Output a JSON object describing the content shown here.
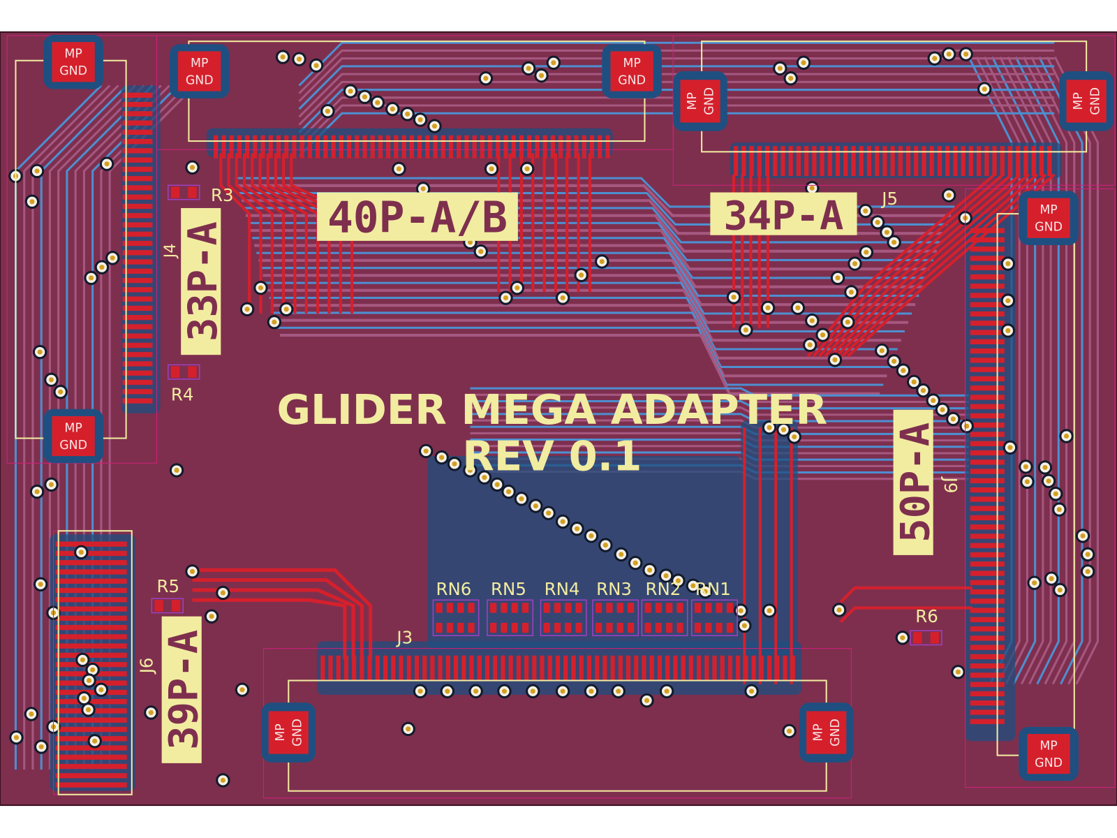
{
  "board": {
    "title": "GLIDER MEGA ADAPTER",
    "revision": "REV 0.1"
  },
  "connector_labels": {
    "j_top_left": "40P-A/B",
    "j5": "34P-A",
    "j4": "33P-A",
    "j9": "50P-A",
    "j6": "39P-A"
  },
  "references": {
    "J3": "J3",
    "J4": "J4",
    "J5": "J5",
    "J6": "J6",
    "J9": "J9",
    "R3": "R3",
    "R4": "R4",
    "R5": "R5",
    "R6": "R6",
    "RN1": "RN1",
    "RN2": "RN2",
    "RN3": "RN3",
    "RN4": "RN4",
    "RN5": "RN5",
    "RN6": "RN6"
  },
  "mount_pad": {
    "line1": "MP",
    "line2": "GND"
  },
  "colors": {
    "board": "#7e2f4e",
    "copper_top": "#d5202c",
    "copper_bottom": "#4d8fd0",
    "bottom_fill": "#1f4f80",
    "silkscreen": "#f2eca0",
    "courtyard": "#d0207a"
  }
}
